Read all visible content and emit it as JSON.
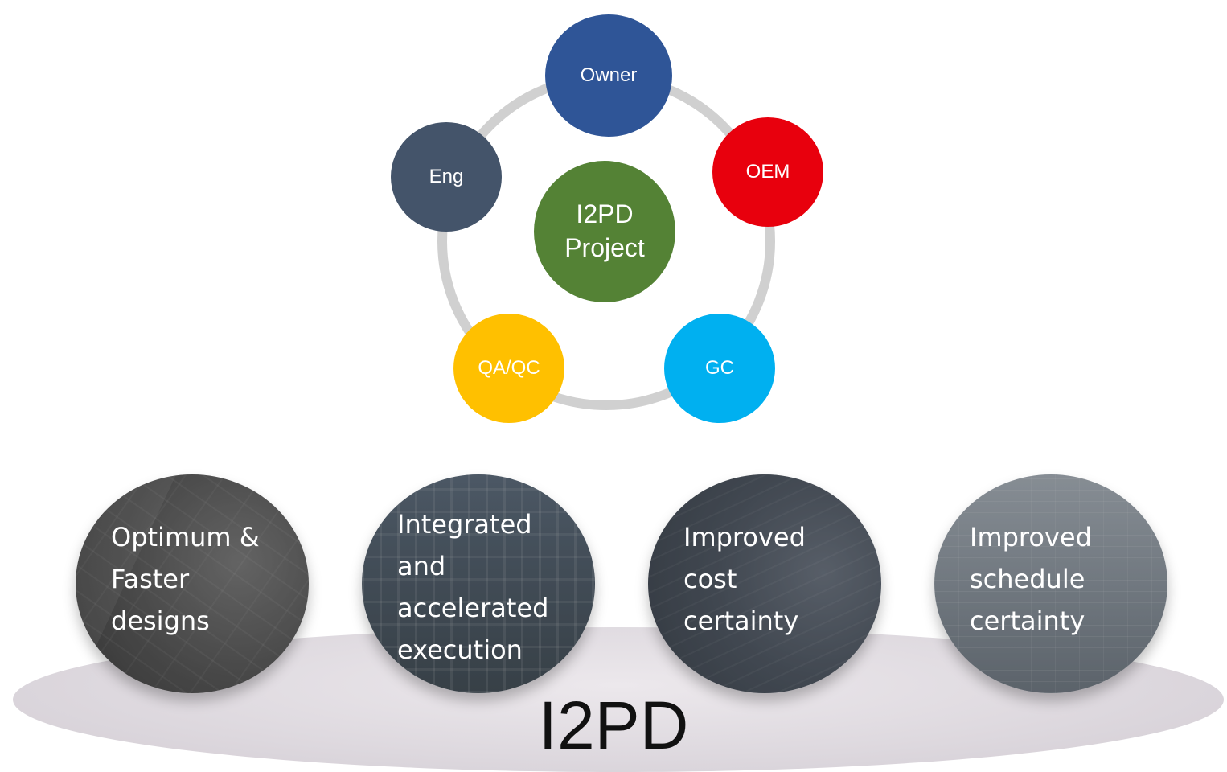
{
  "cycle": {
    "center": {
      "line1": "I2PD",
      "line2": "Project",
      "color": "#548235"
    },
    "nodes": [
      {
        "id": "owner",
        "label": "Owner",
        "color": "#2F5597"
      },
      {
        "id": "oem",
        "label": "OEM",
        "color": "#E8000D"
      },
      {
        "id": "gc",
        "label": "GC",
        "color": "#00B0F0"
      },
      {
        "id": "qa",
        "label": "QA/QC",
        "color": "#FFC000"
      },
      {
        "id": "eng",
        "label": "Eng",
        "color": "#44546A"
      }
    ],
    "ring_color": "#D0D0D0"
  },
  "benefits": [
    {
      "lines": [
        "Optimum &",
        "Faster",
        "designs"
      ]
    },
    {
      "lines": [
        "Integrated",
        "and",
        "accelerated",
        "execution"
      ]
    },
    {
      "lines": [
        "Improved",
        "cost",
        "certainty"
      ]
    },
    {
      "lines": [
        "Improved",
        "schedule",
        "certainty"
      ]
    }
  ],
  "platform": {
    "title": "I2PD"
  }
}
